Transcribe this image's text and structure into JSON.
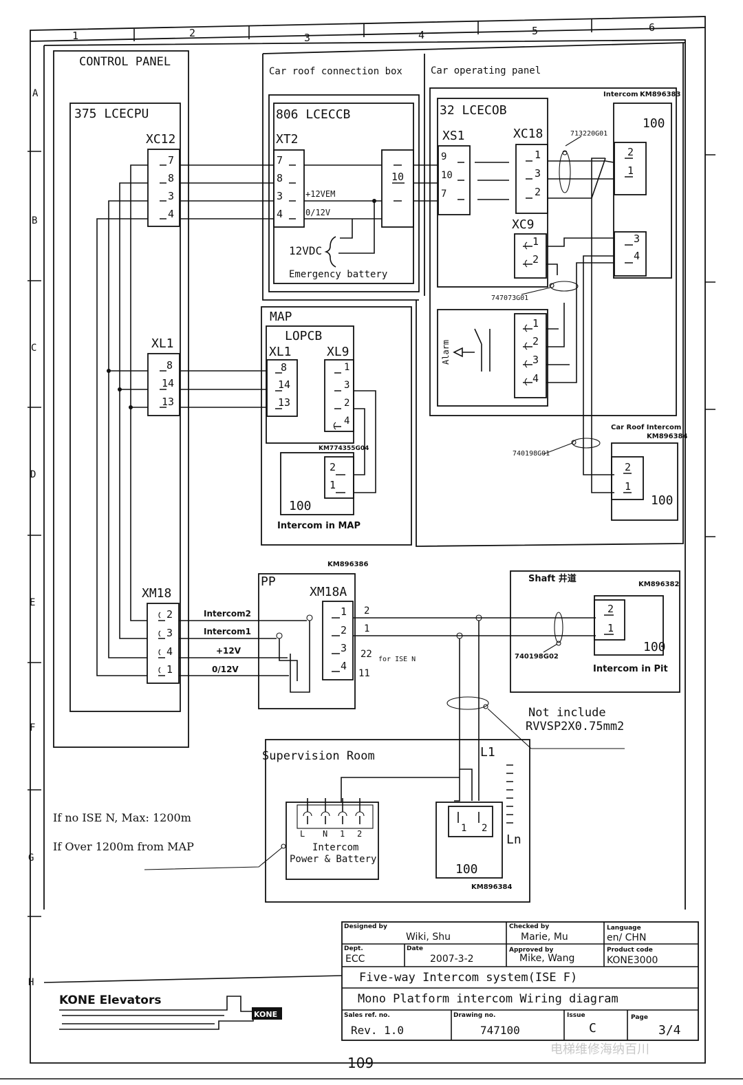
{
  "grid": {
    "columns": [
      "1",
      "2",
      "3",
      "4",
      "5",
      "6"
    ],
    "rows": [
      "A",
      "B",
      "C",
      "D",
      "E",
      "F",
      "G",
      "H"
    ]
  },
  "control_panel": {
    "title": "CONTROL PANEL",
    "board": "375 LCECPU",
    "xc12": {
      "name": "XC12",
      "pins": [
        "7",
        "8",
        "3",
        "4"
      ]
    },
    "xl1": {
      "name": "XL1",
      "pins": [
        "8",
        "14",
        "13"
      ]
    },
    "xm18": {
      "name": "XM18",
      "pins": [
        "2",
        "3",
        "4",
        "1"
      ]
    }
  },
  "car_roof_box": {
    "title": "Car roof connection box",
    "board": "806 LCECCB",
    "xt2": {
      "name": "XT2",
      "pins": [
        "7",
        "8",
        "3",
        "4"
      ]
    },
    "mid_pin": "10",
    "vem_label": "+12VEM",
    "v12_label": "0/12V",
    "battery_voltage": "12VDC",
    "battery_label": "Emergency battery"
  },
  "car_operating_panel": {
    "title": "Car operating panel",
    "board": "32 LCECOB",
    "xs1": {
      "name": "XS1",
      "pins": [
        "9",
        "10",
        "7"
      ]
    },
    "xc18": {
      "name": "XC18",
      "pins": [
        "1",
        "3",
        "2"
      ]
    },
    "xc9": {
      "name": "XC9",
      "pins": [
        "1",
        "2"
      ]
    },
    "cable_1": "713220G01",
    "cable_2": "747073G01",
    "alarm_label": "Alarm",
    "alarm_pins": [
      "1",
      "2",
      "3",
      "4"
    ],
    "intercom_label": "Intercom",
    "intercom_code": "KM896383",
    "intercom_value": "100",
    "intercom_pins": [
      "2",
      "1",
      "3",
      "4"
    ]
  },
  "car_roof_intercom": {
    "title": "Car Roof Intercom",
    "code": "KM896384",
    "cable": "740198G01",
    "pins": [
      "2",
      "1"
    ],
    "value": "100"
  },
  "map": {
    "title": "MAP",
    "board": "LOPCB",
    "xl1": {
      "name": "XL1",
      "pins": [
        "8",
        "14",
        "13"
      ]
    },
    "xl9": {
      "name": "XL9",
      "pins": [
        "1",
        "3",
        "2",
        "4"
      ]
    },
    "code": "KM774355G04",
    "intercom_pins": [
      "2",
      "1"
    ],
    "intercom_value": "100",
    "intercom_label": "Intercom in MAP"
  },
  "pp": {
    "title": "PP",
    "code": "KM896386",
    "xm18a": {
      "name": "XM18A",
      "pins": [
        "1",
        "2",
        "3",
        "4"
      ]
    },
    "out_labels": [
      "2",
      "1",
      "22",
      "11"
    ],
    "ise_note": "for ISE N",
    "wire_labels": [
      "Intercom2",
      "Intercom1",
      "+12V",
      "0/12V"
    ]
  },
  "shaft": {
    "title": "Shaft 井道",
    "code": "KM896382",
    "cable": "740198G02",
    "pins": [
      "2",
      "1"
    ],
    "value": "100",
    "label": "Intercom in Pit"
  },
  "cable_note": {
    "line1": "Not include",
    "line2": "RVVSP2X0.75mm2"
  },
  "supervision": {
    "title": "Supervision Room",
    "terminal_labels": [
      "L",
      "N",
      "1",
      "2"
    ],
    "power_label_1": "Intercom",
    "power_label_2": "Power & Battery",
    "l1": "L1",
    "ln": "Ln",
    "intercom_pins": [
      "1",
      "2"
    ],
    "intercom_value": "100",
    "code": "KM896384"
  },
  "notes": {
    "max_note": "If no ISE N, Max: 1200m",
    "over_note": "If Over 1200m from MAP"
  },
  "title_block": {
    "designed_by_label": "Designed by",
    "designed_by": "Wiki, Shu",
    "checked_by_label": "Checked by",
    "checked_by": "Marie, Mu",
    "language_label": "Language",
    "language": "en/ CHN",
    "dept_label": "Dept.",
    "dept": "ECC",
    "date_label": "Date",
    "date": "2007-3-2",
    "approved_by_label": "Approved by",
    "approved_by": "Mike, Wang",
    "product_code_label": "Product code",
    "product_code": "KONE3000",
    "title_1": "Five-way Intercom system(ISE F)",
    "title_2": "Mono Platform intercom Wiring diagram",
    "sales_ref_label": "Sales ref. no.",
    "sales_ref": "Rev. 1.0",
    "drawing_no_label": "Drawing no.",
    "drawing_no": "747100",
    "issue_label": "Issue",
    "issue": "C",
    "page_label": "Page",
    "page": "3/4",
    "company": "KONE Elevators",
    "logo_text": "KONE"
  },
  "page_number": "109",
  "watermark": "电梯维修海纳百川"
}
